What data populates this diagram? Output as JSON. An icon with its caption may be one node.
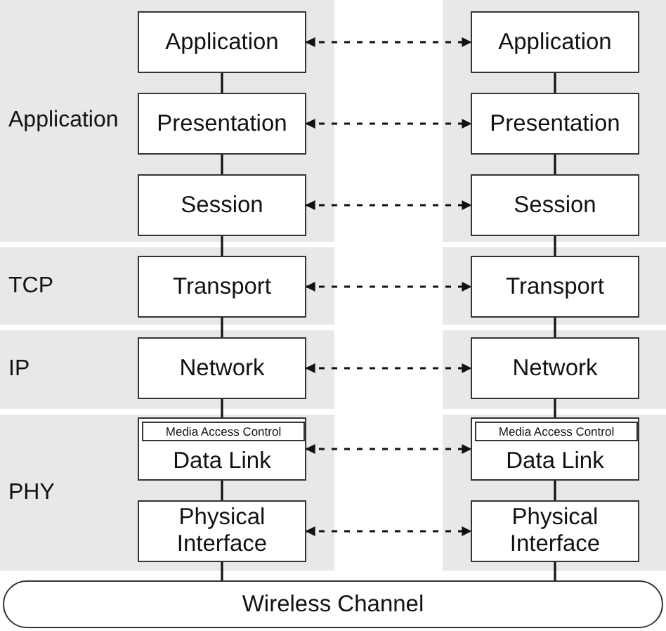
{
  "diagram": {
    "nodes": [
      {
        "text": [
          "Application"
        ]
      },
      {
        "text": [
          "Application"
        ],
        "in": 0
      },
      {
        "text": [
          "Presentation"
        ],
        "in": 0
      },
      {
        "text": [
          "Session"
        ],
        "in": 0
      },
      {
        "text": [
          "TCP"
        ]
      },
      {
        "text": [
          "Transport"
        ],
        "in": 4
      },
      {
        "text": [
          "IP"
        ]
      },
      {
        "text": [
          "Network"
        ],
        "in": 6
      },
      {
        "text": [
          "PHY"
        ]
      },
      {
        "text": [
          "Data Link"
        ],
        "in": 8
      },
      {
        "text": [
          "Media Access Control"
        ],
        "in": 9
      },
      {
        "text": [
          "Physical Interface"
        ],
        "in": 8
      },
      {
        "text": [],
        "shape": "box"
      },
      {
        "text": [
          "Application"
        ],
        "in": 12
      },
      {
        "text": [
          "Presentation"
        ],
        "in": 12
      },
      {
        "text": [
          "Session"
        ],
        "in": 12
      },
      {
        "text": [],
        "shape": "box"
      },
      {
        "text": [
          "Transport"
        ],
        "in": 16
      },
      {
        "text": [],
        "shape": "box"
      },
      {
        "text": [
          "Network"
        ],
        "in": 18
      },
      {
        "text": [],
        "shape": "box"
      },
      {
        "text": [
          "Data Link"
        ],
        "in": 20
      },
      {
        "text": [
          "Media Access Control"
        ],
        "in": 21
      },
      {
        "text": [
          "Physical Interface"
        ],
        "in": 20
      },
      {
        "text": [
          "Wireless Channel"
        ]
      }
    ],
    "edges": [
      {
        "from": 1,
        "to": 13,
        "arrow": "both",
        "style": "dashed"
      },
      {
        "from": 2,
        "to": 14,
        "arrow": "both",
        "style": "dashed"
      },
      {
        "from": 3,
        "to": 15,
        "arrow": "both",
        "style": "dashed"
      },
      {
        "from": 5,
        "to": 17,
        "arrow": "both",
        "style": "dashed"
      },
      {
        "from": 7,
        "to": 19,
        "arrow": "both",
        "style": "dashed"
      },
      {
        "from": 9,
        "to": 21,
        "arrow": "both",
        "style": "dashed"
      },
      {
        "from": 11,
        "to": 23,
        "arrow": "both",
        "style": "dashed"
      },
      {
        "from": 1,
        "to": 2,
        "arrow": "none"
      },
      {
        "from": 2,
        "to": 3,
        "arrow": "none"
      },
      {
        "from": 3,
        "to": 5,
        "arrow": "none"
      },
      {
        "from": 5,
        "to": 7,
        "arrow": "none"
      },
      {
        "from": 7,
        "to": 9,
        "arrow": "none"
      },
      {
        "from": 9,
        "to": 11,
        "arrow": "none"
      },
      {
        "from": 11,
        "to": 24,
        "arrow": "none"
      },
      {
        "from": 13,
        "to": 14,
        "arrow": "none"
      },
      {
        "from": 14,
        "to": 15,
        "arrow": "none"
      },
      {
        "from": 15,
        "to": 17,
        "arrow": "none"
      },
      {
        "from": 17,
        "to": 19,
        "arrow": "none"
      },
      {
        "from": 19,
        "to": 21,
        "arrow": "none"
      },
      {
        "from": 21,
        "to": 23,
        "arrow": "none"
      },
      {
        "from": 23,
        "to": 24,
        "arrow": "none"
      }
    ]
  }
}
